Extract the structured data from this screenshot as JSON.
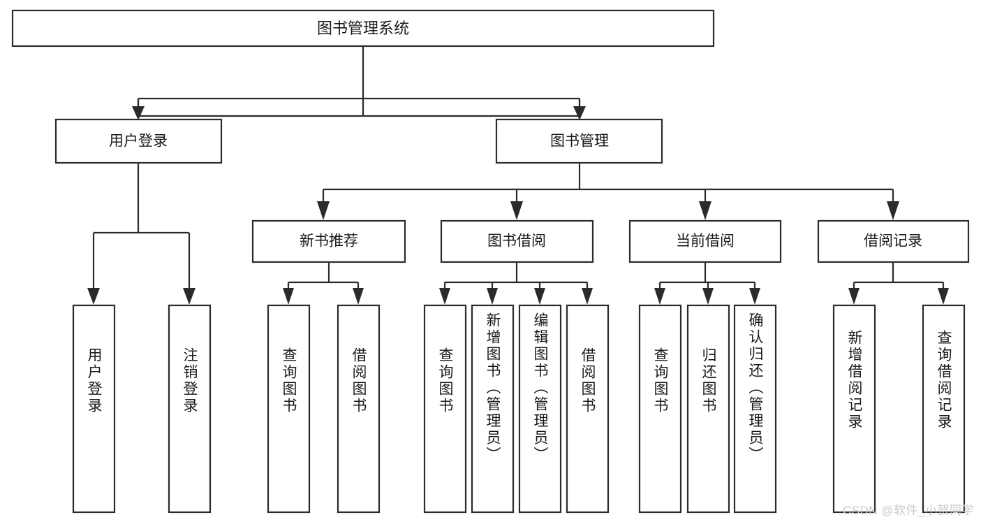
{
  "diagram": {
    "type": "tree-hierarchy",
    "title": "图书管理系统",
    "orientation": "top-down",
    "watermark": "CSDN @软件_小贺同学",
    "colors": {
      "box_fill": "#ffffff",
      "box_stroke": "#2b2b2b",
      "connector": "#2b2b2b",
      "text": "#1a1a1a",
      "watermark": "#c9c9c9",
      "background": "#ffffff"
    },
    "root": {
      "label": "图书管理系统"
    },
    "level2": [
      {
        "label": "用户登录"
      },
      {
        "label": "图书管理"
      }
    ],
    "level3": [
      {
        "label": "新书推荐"
      },
      {
        "label": "图书借阅"
      },
      {
        "label": "当前借阅"
      },
      {
        "label": "借阅记录"
      }
    ],
    "leaves": {
      "user_login": [
        {
          "label": "用户登录"
        },
        {
          "label": "注销登录"
        }
      ],
      "new_book_recommend": [
        {
          "label": "查询图书"
        },
        {
          "label": "借阅图书"
        }
      ],
      "book_borrow": [
        {
          "label": "查询图书"
        },
        {
          "label": "新增图书（管理员）"
        },
        {
          "label": "编辑图书（管理员）"
        },
        {
          "label": "借阅图书"
        }
      ],
      "current_borrow": [
        {
          "label": "查询图书"
        },
        {
          "label": "归还图书"
        },
        {
          "label": "确认归还（管理员）"
        }
      ],
      "borrow_record": [
        {
          "label": "新增借阅记录"
        },
        {
          "label": "查询借阅记录"
        }
      ]
    }
  }
}
